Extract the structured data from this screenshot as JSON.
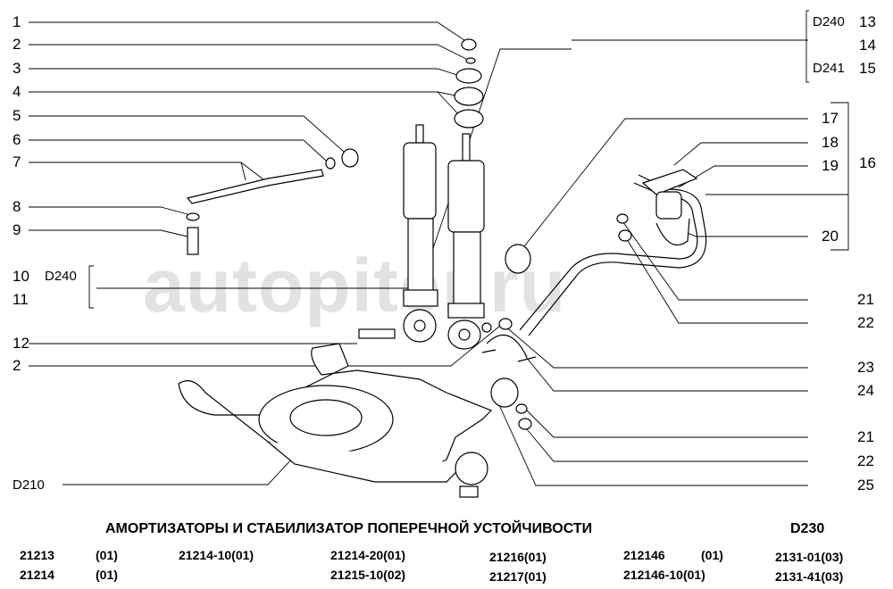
{
  "watermark": "autopiter.ru",
  "left_labels": [
    "1",
    "2",
    "3",
    "4",
    "5",
    "6",
    "7",
    "8",
    "9",
    "10",
    "11",
    "12",
    "2"
  ],
  "left_ref": {
    "d240": "D240",
    "d210": "D210"
  },
  "right_top": {
    "d240": "D240",
    "d241": "D241",
    "n13": "13",
    "n14": "14",
    "n15": "15"
  },
  "right_labels": [
    "17",
    "18",
    "19",
    "20",
    "16",
    "21",
    "22",
    "23",
    "24",
    "21",
    "22",
    "25"
  ],
  "title": "АМОРТИЗАТОРЫ И СТАБИЛИЗАТОР ПОПЕРЕЧНОЙ УСТОЙЧИВОСТИ",
  "page_code": "D230",
  "models": [
    [
      "21213",
      "(01)"
    ],
    [
      "21214",
      "(01)"
    ],
    [
      "21214-10(01)"
    ],
    [
      "21214-20(01)",
      "21215-10(02)"
    ],
    [
      "21216(01)",
      "21217(01)"
    ],
    [
      "212146",
      "(01)",
      "212146-10(01)"
    ],
    [
      "2131-01(03)",
      "2131-41(03)"
    ]
  ]
}
